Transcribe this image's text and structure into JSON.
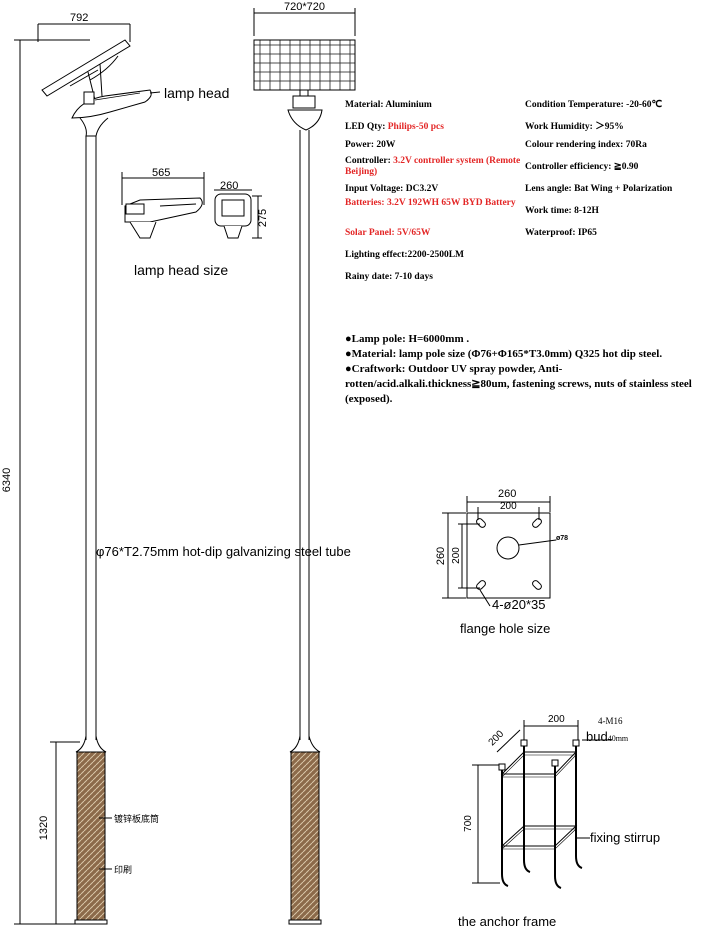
{
  "dimensions": {
    "panel_arm_width": "792",
    "panel_size": "720*720",
    "total_height": "6340",
    "base_height": "1320",
    "head_length": "565",
    "head_width": "260",
    "head_height": "275",
    "flange_outer": "260",
    "flange_inner": "200",
    "flange_side_outer": "260",
    "flange_side_inner": "200",
    "flange_center_hole": "ø78",
    "anchor_spacing_a": "200",
    "anchor_spacing_b": "200",
    "anchor_height": "700",
    "anchor_bolt": "4-M16",
    "bud_size": "40mm"
  },
  "labels": {
    "lamp_head": "lamp head",
    "lamp_head_size": "lamp head size",
    "tube": "φ76*T2.75mm hot-dip galvanizing steel tube",
    "base_sleeve": "镀锌板底筒",
    "print": "印刷",
    "flange_holes": "4-ø20*35",
    "flange_caption": "flange hole size",
    "bud": "bud",
    "fixing_stirrup": "fixing stirrup",
    "anchor_caption": "the anchor frame"
  },
  "specs_left": [
    {
      "k": "Material:",
      "v": " Aluminium",
      "red": false
    },
    {
      "k": "LED Qty:",
      "v": "  Philips-50 pcs",
      "red": true
    },
    {
      "k": "Power:",
      "v": " 20W",
      "red": false
    },
    {
      "k": "Controller:",
      "v": " 3.2V controller system (Remote Beijing)",
      "red": true
    },
    {
      "k": "Input Voltage:",
      "v": " DC3.2V",
      "red": false
    },
    {
      "k": "",
      "v": "Batteries: 3.2V 192WH 65W BYD Battery",
      "red": true
    },
    {
      "k": "",
      "v": "Solar Panel: 5V/65W",
      "red": true
    },
    {
      "k": "Lighting effect:",
      "v": "2200-2500LM",
      "red": false
    },
    {
      "k": "Rainy date:",
      "v": " 7-10 days",
      "red": false
    }
  ],
  "specs_right": [
    "Condition Temperature:  -20-60℃",
    "Work Humidity: ＞95%",
    "Colour rendering index: 70Ra",
    "Controller efficiency: ≧0.90",
    "Lens angle: Bat Wing + Polarization",
    "Work time: 8-12H",
    "Waterproof: IP65"
  ],
  "notes": [
    "●Lamp pole: H=6000mm .",
    "●Material: lamp pole size (Φ76+Φ165*T3.0mm) Q325 hot dip steel.",
    "●Craftwork: Outdoor UV spray powder, Anti-rotten/acid.alkali.thickness≧80um, fastening screws, nuts of stainless steel (exposed)."
  ]
}
